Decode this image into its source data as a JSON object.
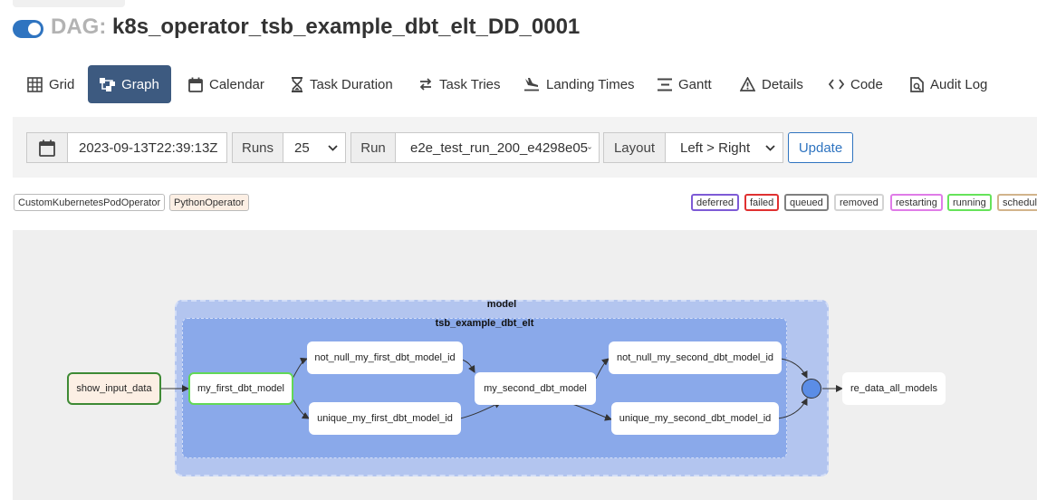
{
  "header": {
    "dag_prefix": "DAG:",
    "dag_name": "k8s_operator_tsb_example_dbt_elt_DD_0001",
    "paused": false
  },
  "nav": {
    "tabs": [
      {
        "label": "Grid",
        "icon": "grid-icon",
        "active": false
      },
      {
        "label": "Graph",
        "icon": "graph-icon",
        "active": true
      },
      {
        "label": "Calendar",
        "icon": "calendar-icon",
        "active": false
      },
      {
        "label": "Task Duration",
        "icon": "hourglass-icon",
        "active": false
      },
      {
        "label": "Task Tries",
        "icon": "retry-arrows-icon",
        "active": false
      },
      {
        "label": "Landing Times",
        "icon": "plane-landing-icon",
        "active": false
      },
      {
        "label": "Gantt",
        "icon": "gantt-icon",
        "active": false
      },
      {
        "label": "Details",
        "icon": "warning-triangle-icon",
        "active": false
      },
      {
        "label": "Code",
        "icon": "code-icon",
        "active": false
      },
      {
        "label": "Audit Log",
        "icon": "audit-file-icon",
        "active": false
      }
    ]
  },
  "controls": {
    "date_value": "2023-09-13T22:39:13Z",
    "runs_label": "Runs",
    "runs_value": "25",
    "run_label": "Run",
    "run_value": "e2e_test_run_200_e4298e05",
    "layout_label": "Layout",
    "layout_value": "Left > Right",
    "update_label": "Update"
  },
  "legend": {
    "operators": [
      {
        "label": "CustomKubernetesPodOperator",
        "color": "#ffffff"
      },
      {
        "label": "PythonOperator",
        "color": "#fcefe4"
      }
    ],
    "states": [
      {
        "label": "deferred",
        "color": "#7e5bd6"
      },
      {
        "label": "failed",
        "color": "#e03131"
      },
      {
        "label": "queued",
        "color": "#808080"
      },
      {
        "label": "removed",
        "color": "#d3d3d3"
      },
      {
        "label": "restarting",
        "color": "#e07ce8"
      },
      {
        "label": "running",
        "color": "#66e35a"
      },
      {
        "label": "schedul",
        "color": "#d2b48c"
      }
    ]
  },
  "graph": {
    "groups": {
      "outer": "model",
      "inner": "tsb_example_dbt_elt"
    },
    "nodes": {
      "show_input_data": "show_input_data",
      "my_first_dbt_model": "my_first_dbt_model",
      "not_null_my_first_dbt_model_id": "not_null_my_first_dbt_model_id",
      "unique_my_first_dbt_model_id": "unique_my_first_dbt_model_id",
      "my_second_dbt_model": "my_second_dbt_model",
      "not_null_my_second_dbt_model_id": "not_null_my_second_dbt_model_id",
      "unique_my_second_dbt_model_id": "unique_my_second_dbt_model_id",
      "re_data_all_models": "re_data_all_models"
    }
  }
}
